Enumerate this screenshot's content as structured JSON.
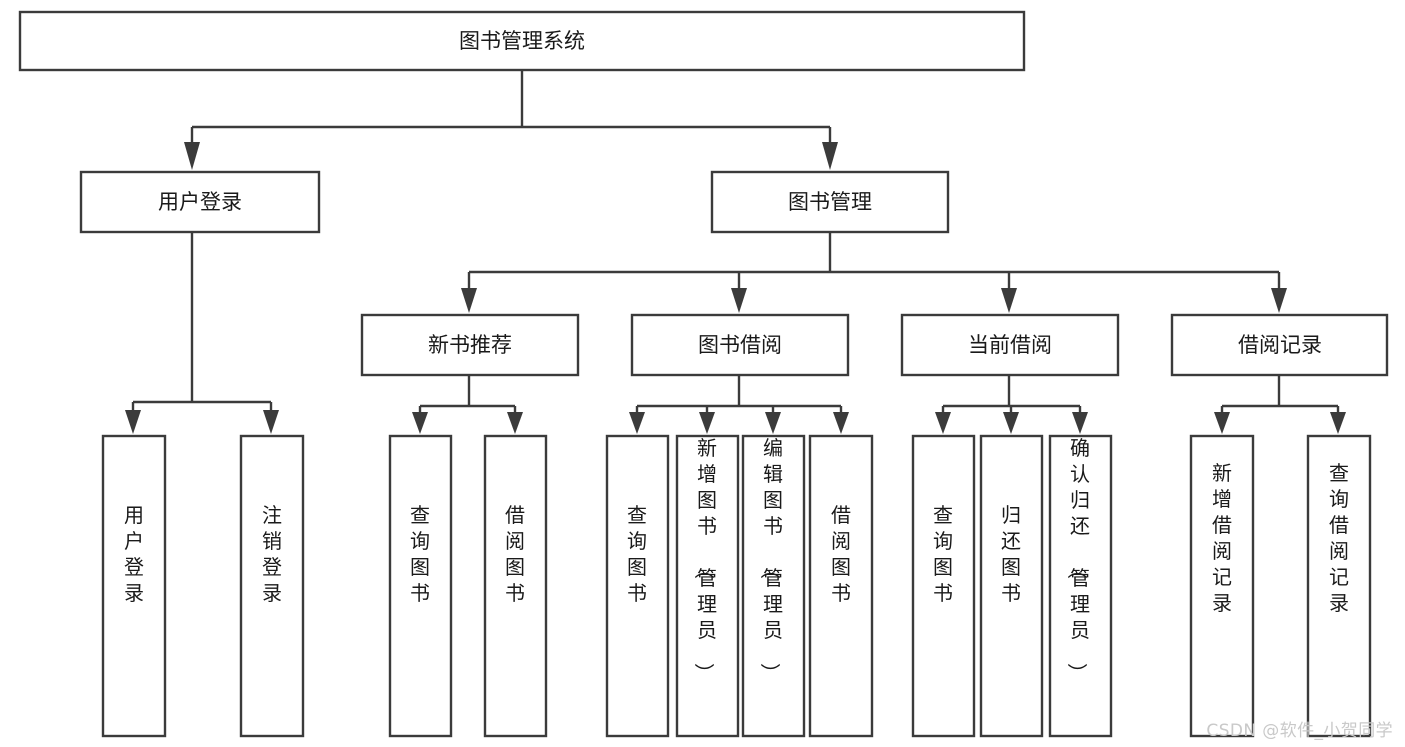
{
  "diagram": {
    "type": "tree-hierarchy",
    "title": "图书管理系统",
    "watermark": "CSDN @软件_小贺同学",
    "colors": {
      "box_stroke": "#3b3b3b",
      "box_fill": "#ffffff",
      "text": "#1a1a1a",
      "background": "#ffffff",
      "watermark": "#c9c9c9"
    },
    "nodes": {
      "root": {
        "label": "图书管理系统"
      },
      "level1": [
        {
          "label": "用户登录"
        },
        {
          "label": "图书管理"
        }
      ],
      "level2": [
        {
          "label": "新书推荐"
        },
        {
          "label": "图书借阅"
        },
        {
          "label": "当前借阅"
        },
        {
          "label": "借阅记录"
        }
      ],
      "leaves": {
        "user_login": [
          {
            "label": "用户登录"
          },
          {
            "label": "注销登录"
          }
        ],
        "new_book_recommend": [
          {
            "label": "查询图书"
          },
          {
            "label": "借阅图书"
          }
        ],
        "book_borrow": [
          {
            "label": "查询图书"
          },
          {
            "label": "新增图书（管理员）"
          },
          {
            "label": "编辑图书（管理员）"
          },
          {
            "label": "借阅图书"
          }
        ],
        "current_borrow": [
          {
            "label": "查询图书"
          },
          {
            "label": "归还图书"
          },
          {
            "label": "确认归还（管理员）"
          }
        ],
        "borrow_record": [
          {
            "label": "新增借阅记录"
          },
          {
            "label": "查询借阅记录"
          }
        ]
      }
    }
  }
}
